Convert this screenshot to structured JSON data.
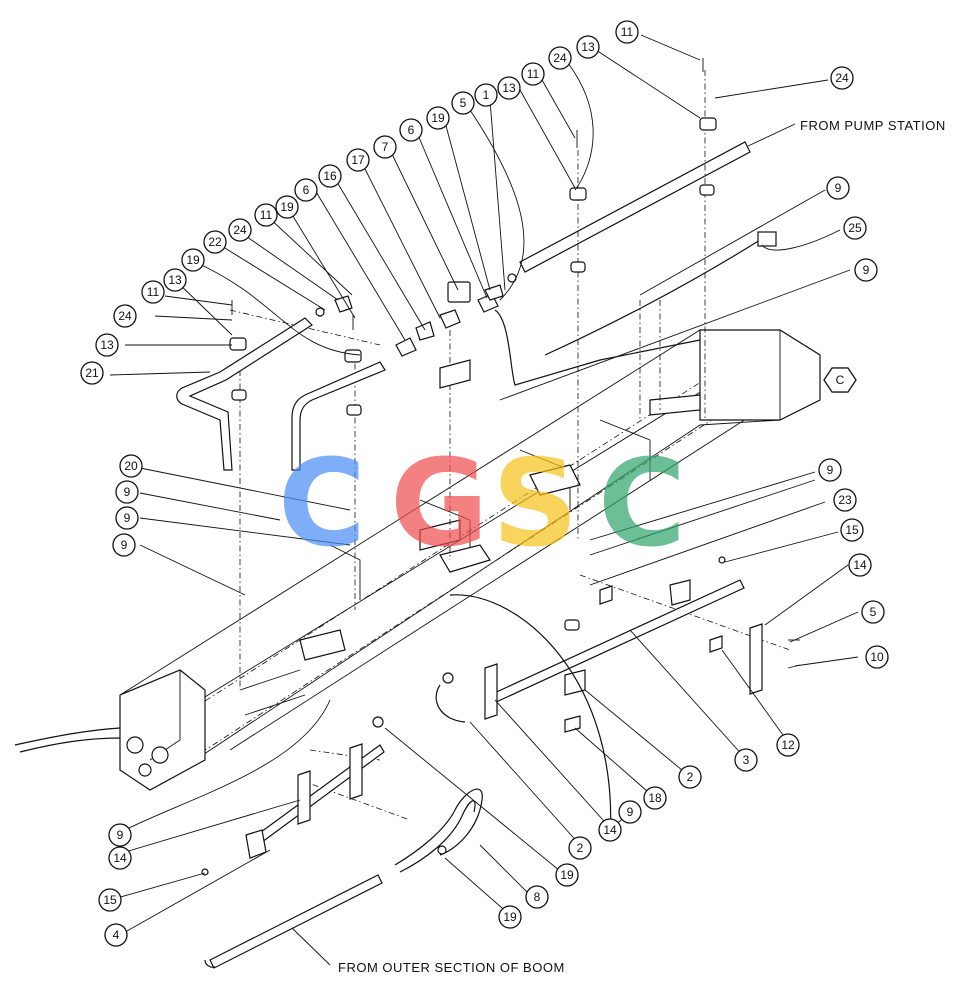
{
  "notes": {
    "from_pump": "FROM PUMP STATION",
    "from_outer": "FROM OUTER SECTION OF BOOM",
    "view_label": "C"
  },
  "watermark": {
    "letters": [
      "C",
      "G",
      "S",
      "C"
    ],
    "colors": [
      "#4a8df6",
      "#ee4d4d",
      "#f6c21a",
      "#2fa36b"
    ]
  },
  "callouts": [
    "11",
    "24",
    "13",
    "11",
    "24",
    "13",
    "5",
    "1",
    "19",
    "6",
    "7",
    "17",
    "16",
    "6",
    "19",
    "11",
    "24",
    "22",
    "19",
    "13",
    "11",
    "24",
    "13",
    "21",
    "9",
    "25",
    "9",
    "C-hex",
    "20",
    "9",
    "9",
    "9",
    "9",
    "23",
    "15",
    "14",
    "5",
    "10",
    "12",
    "3",
    "2",
    "18",
    "9",
    "14",
    "2",
    "19",
    "8",
    "19",
    "4",
    "15",
    "14",
    "9"
  ]
}
